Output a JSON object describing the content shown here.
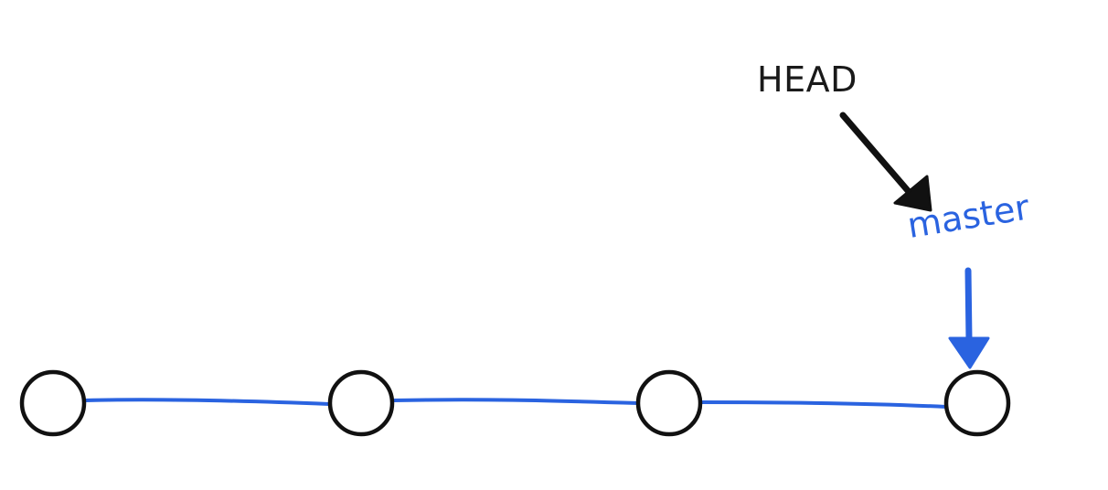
{
  "diagram": {
    "labels": {
      "head": "HEAD",
      "master": "master"
    },
    "commit_count": 4,
    "colors": {
      "commit_outline": "#111111",
      "commit_fill": "#ffffff",
      "branch_line": "#2a63e0",
      "head_arrow": "#111111",
      "master_arrow": "#2a63e0",
      "master_text": "#2a63e0",
      "head_text": "#1a1a1a"
    },
    "head_points_to": "master",
    "master_points_to_commit": 4
  }
}
